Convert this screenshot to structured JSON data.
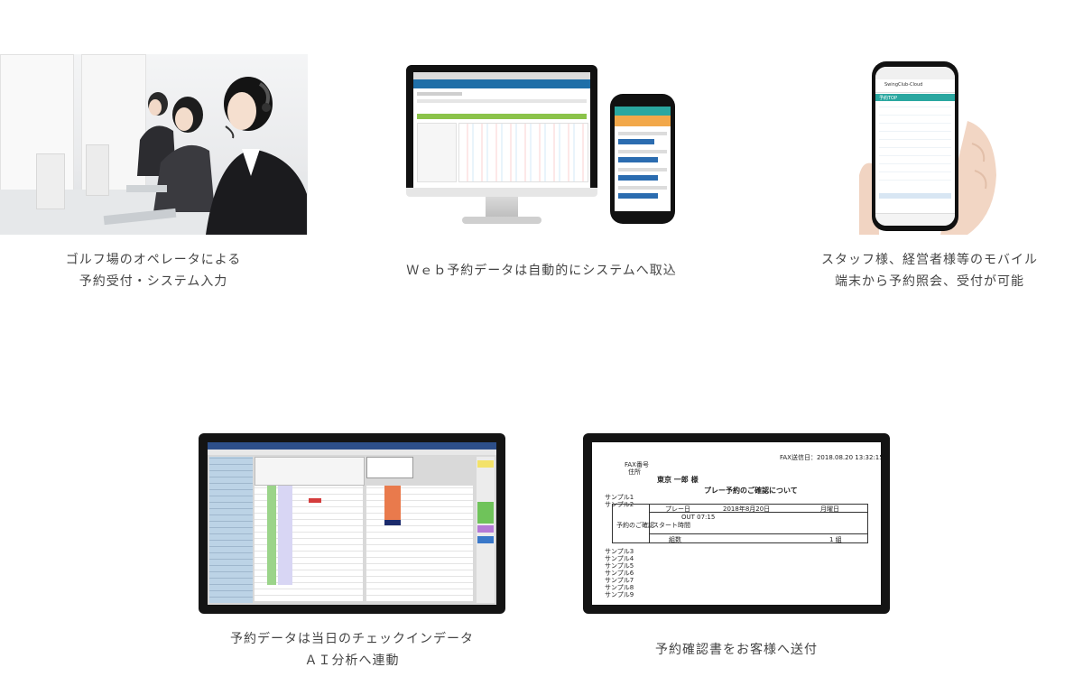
{
  "items": [
    {
      "caption_lines": [
        "ゴルフ場のオペレータによる",
        "予約受付・システム入力"
      ]
    },
    {
      "caption_lines": [
        "Ｗｅｂ予約データは自動的にシステムへ取込"
      ]
    },
    {
      "caption_lines": [
        "スタッフ様、経営者様等のモバイル",
        "端末から予約照会、受付が可能"
      ]
    },
    {
      "caption_lines": [
        "予約データは当日のチェックインデータ",
        "ＡＩ分析へ連動"
      ]
    },
    {
      "caption_lines": [
        "予約確認書をお客様へ送付"
      ]
    }
  ],
  "phone_mock": {
    "title": "SwingClub-Cloud",
    "section": "予約TOP"
  },
  "fax": {
    "sent": "FAX送信日：2018.08.20 13:32:15",
    "fax_no_label": "FAX番号",
    "addr_label": "住所",
    "customer": "東京 一郎 様",
    "doc_title": "プレー予約のご確認について",
    "sample1": "サンプル1",
    "sample2": "サンプル2",
    "play_date_label": "プレー日",
    "play_date": "2018年8月20日",
    "weekday": "月曜日",
    "confirm_label": "予約のご確認",
    "start_label": "スタート時間",
    "start_time": "OUT 07:15",
    "groups_label": "組数",
    "groups": "1 組",
    "samples_rest": [
      "サンプル3",
      "サンプル4",
      "サンプル5",
      "サンプル6",
      "サンプル7",
      "サンプル8",
      "サンプル9"
    ]
  },
  "colors": {
    "caption": "#444444",
    "frame": "#141414",
    "accent_green": "#8bc34a",
    "accent_blue": "#2b6cb0"
  }
}
